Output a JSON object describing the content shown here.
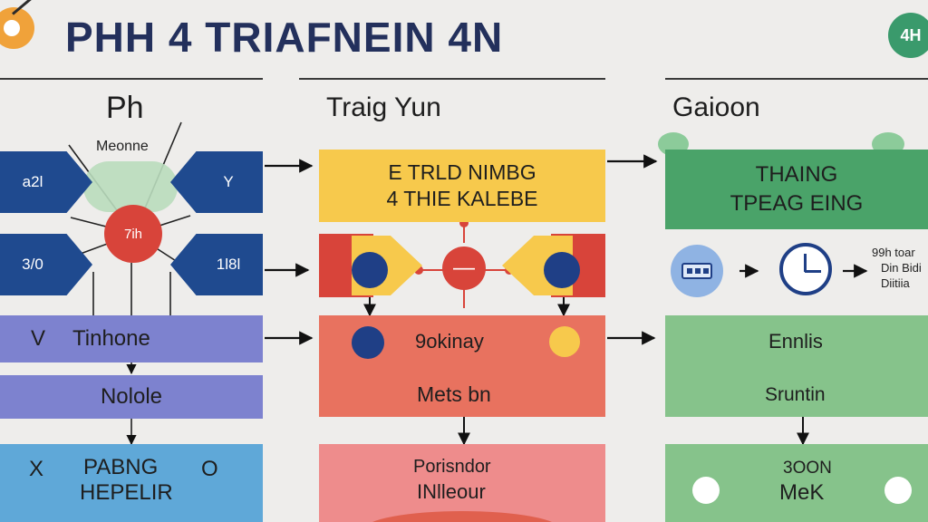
{
  "title": "PHH 4 TRIAFNEIN 4N",
  "badge": "4H",
  "columns": {
    "left": {
      "header": "Ph",
      "hub_label": "Meonne",
      "hub_center": "7ih",
      "box_tl": "a2l",
      "box_tr": "Y",
      "box_ml": "3/0",
      "box_mr": "1l8l",
      "band1": "Tinhone",
      "band1_prefix": "V",
      "band2": "Nolole",
      "bottom_line1": "PABNG",
      "bottom_line2": "HEPELIR",
      "bottom_left": "X",
      "bottom_right": "O"
    },
    "middle": {
      "header": "Traig Yun",
      "top_line1": "E TRLD NIMBG",
      "top_line2": "4 THIE KALEBE",
      "center_node": "—",
      "band1": "9okinay",
      "band2": "Mets bn",
      "bottom_line1": "Porisndor",
      "bottom_line2": "INlleour"
    },
    "right": {
      "header": "Gaioon",
      "top_line1": "THAING",
      "top_line2": "TPEAG EING",
      "side_line1": "99h toar",
      "side_line2": "Din Bidi",
      "side_line3": "Diitiia",
      "band1": "Ennlis",
      "band2": "Sruntin",
      "bottom_line1": "3OON",
      "bottom_line2": "MeK"
    }
  },
  "colors": {
    "navy": "#1f4a8f",
    "purple": "#7d82cf",
    "blue": "#5fa8d8",
    "yellow": "#f7c94c",
    "red": "#d8443a",
    "salmon": "#e8725f",
    "pink": "#ee8c8c",
    "green": "#4aa369",
    "lightgreen": "#86c38b"
  }
}
